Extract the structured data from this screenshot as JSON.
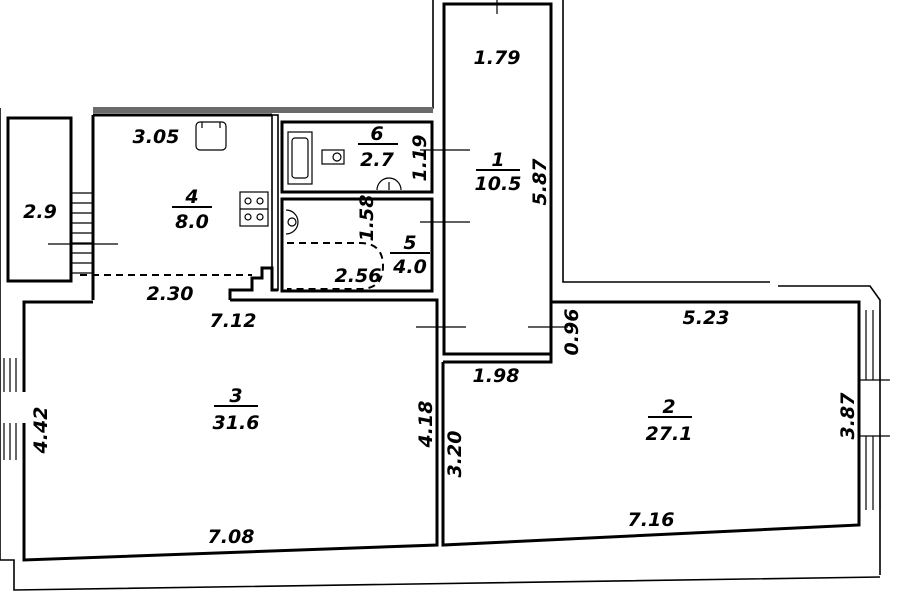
{
  "rooms": [
    {
      "number": "1",
      "area": "10.5"
    },
    {
      "number": "2",
      "area": "27.1"
    },
    {
      "number": "3",
      "area": "31.6"
    },
    {
      "number": "4",
      "area": "8.0"
    },
    {
      "number": "5",
      "area": "4.0"
    },
    {
      "number": "6",
      "area": "2.7"
    }
  ],
  "dimensions": {
    "balcony_width": "2.9",
    "kitchen_top": "3.05",
    "kitchen_bottom": "2.30",
    "bath_top": "1.19",
    "bath_side": "1.58",
    "tub_length": "2.56",
    "corridor_top": "1.79",
    "corridor_side": "5.87",
    "corridor_bottom": "1.98",
    "corridor_step": "0.96",
    "room3_top": "7.12",
    "room3_bottom": "7.08",
    "room3_left": "4.42",
    "room3_right": "4.18",
    "room2_top": "5.23",
    "room2_bottom": "7.16",
    "room2_left": "3.20",
    "room2_right": "3.87"
  }
}
